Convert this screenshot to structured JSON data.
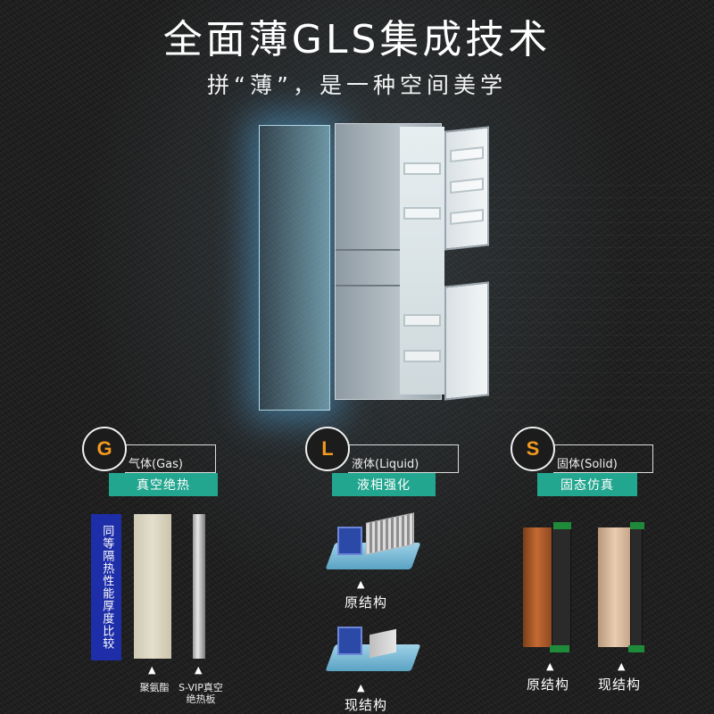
{
  "header": {
    "title": "全面薄GLS集成技术",
    "subtitle": "拼“薄”，是一种空间美学"
  },
  "columns": [
    {
      "letter": "G",
      "state_label": "气体(Gas)",
      "tech_label": "真空绝热",
      "comparison_vertical": "同等隔热性能厚度比较",
      "captions": [
        "聚氨酯",
        "S-VIP真空绝热板"
      ]
    },
    {
      "letter": "L",
      "state_label": "液体(Liquid)",
      "tech_label": "液相强化",
      "captions": [
        "原结构",
        "现结构"
      ]
    },
    {
      "letter": "S",
      "state_label": "固体(Solid)",
      "tech_label": "固态仿真",
      "captions": [
        "原结构",
        "现结构"
      ]
    }
  ],
  "colors": {
    "accent_orange": "#f39a1e",
    "teal": "#23a68f",
    "blue_bar": "#1e2ea8"
  },
  "icons": [
    "triangle-marker-icon"
  ]
}
